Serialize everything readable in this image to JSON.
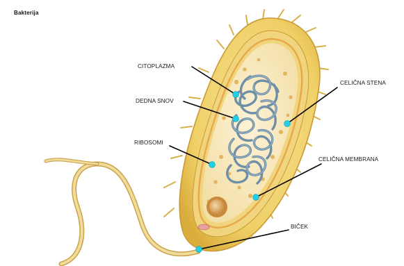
{
  "title": "Bakterija",
  "labels": {
    "citoplazma": "CITOPLAZMA",
    "dedna_snov": "DEDNA SNOV",
    "ribosomi": "RIBOSOMI",
    "celicna_stena": "CELIČNA STENA",
    "celicna_membrana": "CELIČNA MEMBRANA",
    "bicek": "BIČEK"
  },
  "colors": {
    "capsule_outer": "#ecc95a",
    "capsule_inner": "#f4dc86",
    "cytoplasm": "#fbeac4",
    "dna": "#6f8fa6",
    "marker": "#21d0e6"
  }
}
